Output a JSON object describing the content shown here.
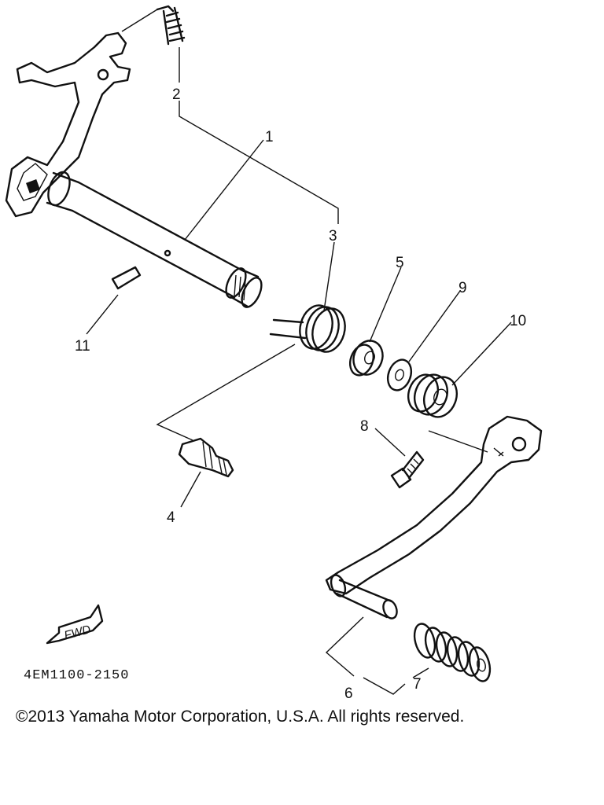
{
  "callouts": {
    "c1": "1",
    "c2": "2",
    "c3": "3",
    "c4": "4",
    "c5": "5",
    "c6": "6",
    "c7": "7",
    "c8": "8",
    "c9": "9",
    "c10": "10",
    "c11": "11"
  },
  "fwd_label": "FWD",
  "ref_code": "4EM1100-2150",
  "copyright": "©2013 Yamaha Motor Corporation, U.S.A. All rights reserved."
}
